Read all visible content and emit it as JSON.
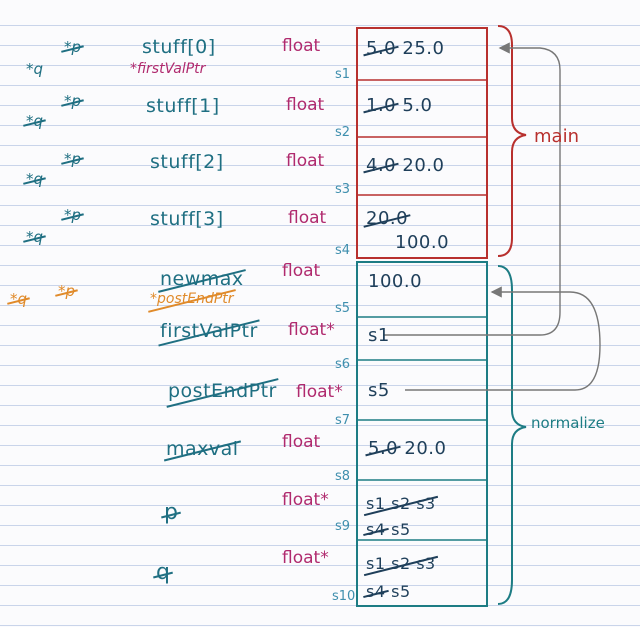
{
  "main_label": "main",
  "normalize_label": "normalize",
  "rows": [
    {
      "name": "stuff[0]",
      "type": "float",
      "slot": "s1",
      "old": "5.0",
      "new": "25.0"
    },
    {
      "name": "stuff[1]",
      "type": "float",
      "slot": "s2",
      "old": "1.0",
      "new": "5.0"
    },
    {
      "name": "stuff[2]",
      "type": "float",
      "slot": "s3",
      "old": "4.0",
      "new": "20.0"
    },
    {
      "name": "stuff[3]",
      "type": "float",
      "slot": "s4",
      "old": "20.0",
      "new": "100.0"
    },
    {
      "name": "newmax",
      "type": "float",
      "slot": "s5",
      "old": "",
      "new": "100.0"
    },
    {
      "name": "firstValPtr",
      "type": "float*",
      "slot": "s6",
      "old": "",
      "new": "s1"
    },
    {
      "name": "postEndPtr",
      "type": "float*",
      "slot": "s7",
      "old": "",
      "new": "s5"
    },
    {
      "name": "maxval",
      "type": "float",
      "slot": "s8",
      "old": "5.0",
      "new": "20.0"
    },
    {
      "name": "p",
      "type": "float*",
      "slot": "s9",
      "line1_old": "s1 s2 s3",
      "line2_old": "s4",
      "line2_new": "s5"
    },
    {
      "name": "q",
      "type": "float*",
      "slot": "s10",
      "line1_old": "s1 s2 s3",
      "line2_old": "s4",
      "line2_new": "s5"
    }
  ],
  "annotations": {
    "first_val_ptr_alias": "*firstValPtr",
    "post_end_ptr_alias": "*postEndPtr",
    "ptr_p": "*p",
    "ptr_q": "*q"
  }
}
